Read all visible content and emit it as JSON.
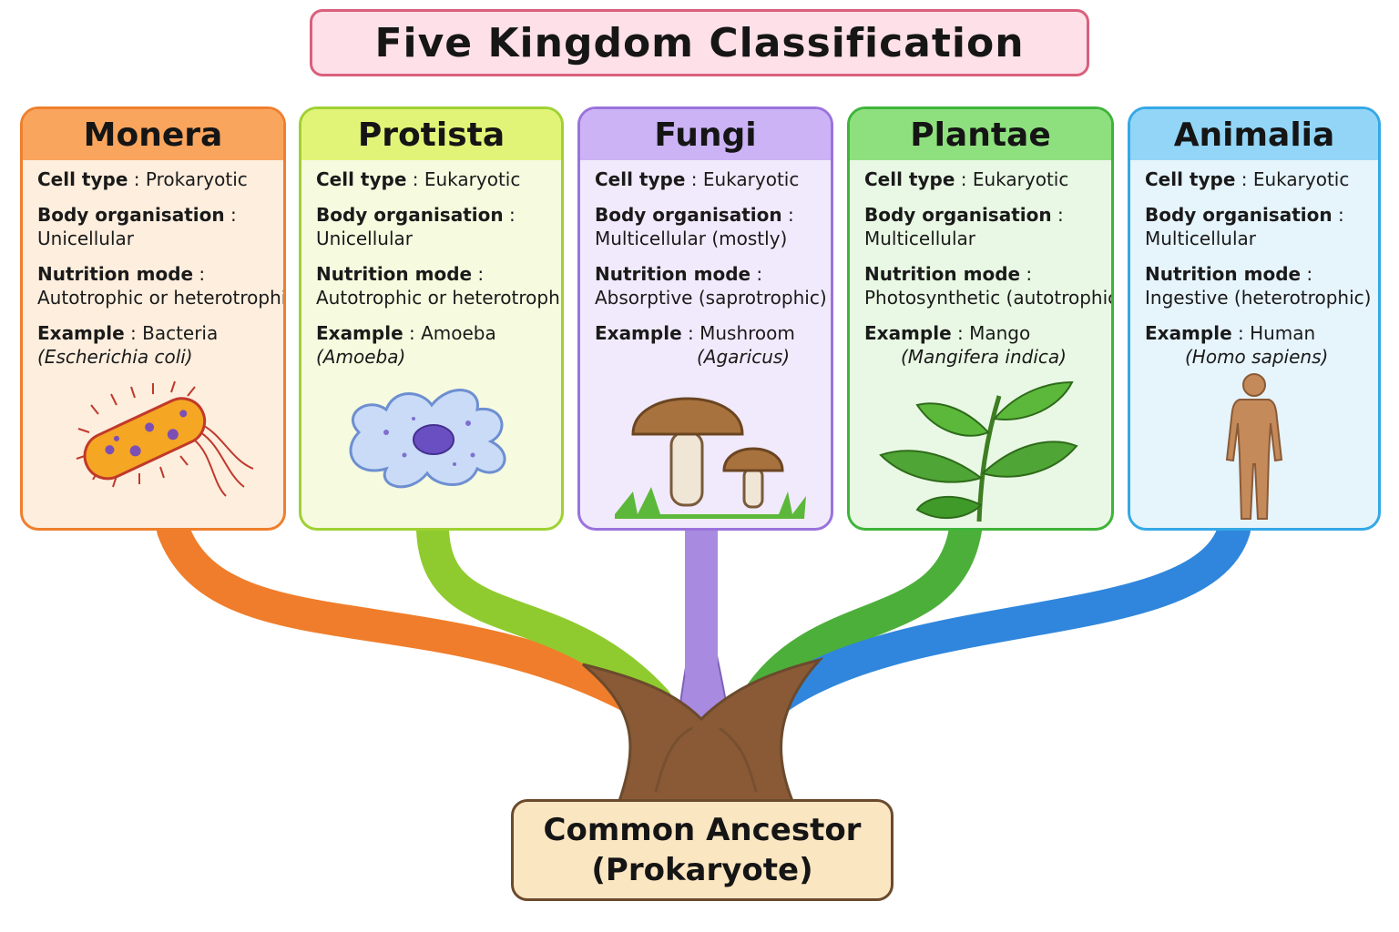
{
  "title": "Five Kingdom Classification",
  "labels": {
    "cell_type": "Cell type",
    "body_organisation": "Body organisation",
    "nutrition_mode": "Nutrition mode",
    "example": "Example",
    "separator": " : "
  },
  "kingdoms": [
    {
      "name": "Monera",
      "cell_type": "Prokaryotic",
      "body_organisation": "Unicellular",
      "nutrition_mode": "Autotrophic or heterotrophic",
      "example": "Bacteria",
      "scientific_name": "(Escherichia coli)",
      "illustration": "bacterium-icon",
      "colors": {
        "header": "#f9a55e",
        "body": "#fdeede",
        "border": "#ef7f2d",
        "branch": "#f07d2b"
      }
    },
    {
      "name": "Protista",
      "cell_type": "Eukaryotic",
      "body_organisation": "Unicellular",
      "nutrition_mode": "Autotrophic or heterotrophic",
      "example": "Amoeba",
      "scientific_name": "(Amoeba)",
      "illustration": "amoeba-icon",
      "colors": {
        "header": "#e2f477",
        "body": "#f6fadf",
        "border": "#9fd133",
        "branch": "#8fcb2e"
      }
    },
    {
      "name": "Fungi",
      "cell_type": "Eukaryotic",
      "body_organisation": "Multicellular (mostly)",
      "nutrition_mode": "Absorptive (saprotrophic)",
      "example": "Mushroom",
      "scientific_name": "(Agaricus)",
      "illustration": "mushroom-icon",
      "colors": {
        "header": "#cbb3f5",
        "body": "#f1eafc",
        "border": "#9a73dc",
        "branch": "#a88ae0"
      }
    },
    {
      "name": "Plantae",
      "cell_type": "Eukaryotic",
      "body_organisation": "Multicellular",
      "nutrition_mode": "Photosynthetic (autotrophic)",
      "example": "Mango",
      "scientific_name": "(Mangifera indica)",
      "illustration": "plant-icon",
      "colors": {
        "header": "#8ee07e",
        "body": "#e9f8e4",
        "border": "#3fb43a",
        "branch": "#4caf3a"
      }
    },
    {
      "name": "Animalia",
      "cell_type": "Eukaryotic",
      "body_organisation": "Multicellular",
      "nutrition_mode": "Ingestive (heterotrophic)",
      "example": "Human",
      "scientific_name": "(Homo sapiens)",
      "illustration": "human-figure-icon",
      "colors": {
        "header": "#92d5f7",
        "body": "#e6f4fc",
        "border": "#35a8e6",
        "branch": "#2f86dc"
      }
    }
  ],
  "ancestor": {
    "line1": "Common Ancestor",
    "line2": "(Prokaryote)"
  },
  "colors": {
    "trunk": "#8a5a36",
    "title_border": "#d9607c",
    "title_fill": "#fde0e8"
  }
}
